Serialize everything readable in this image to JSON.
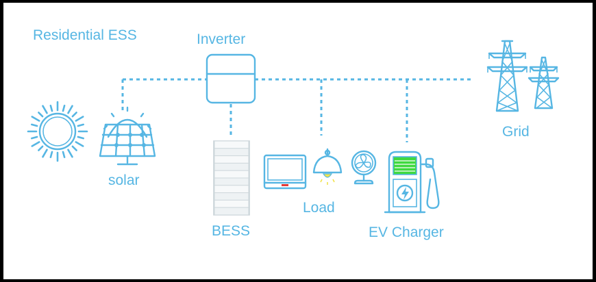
{
  "title": "Residential ESS",
  "nodes": {
    "inverter": "Inverter",
    "solar": "solar",
    "bess": "BESS",
    "load": "Load",
    "ev_charger": "EV Charger",
    "grid": "Grid"
  },
  "colors": {
    "accent": "#56b6e3",
    "battery_fill": "#3fd93f",
    "indicator": "#e53935",
    "lamp": "#f2e34c"
  }
}
